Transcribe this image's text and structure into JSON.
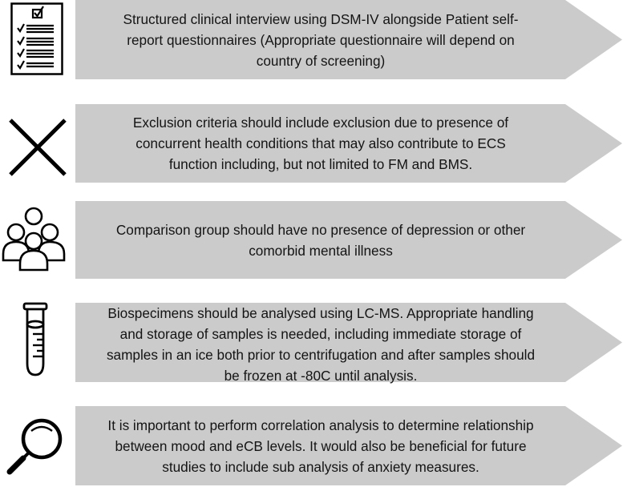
{
  "colors": {
    "arrow_fill": "#cbcbcb",
    "text": "#141414",
    "icon": "#000000",
    "background": "#ffffff"
  },
  "steps": [
    {
      "icon": "checklist-icon",
      "lines": [
        "Structured clinical interview using DSM-IV alongside Patient self-",
        "report questionnaires (Appropriate questionnaire will depend on",
        "country of screening)"
      ]
    },
    {
      "icon": "cross-icon",
      "lines": [
        "Exclusion criteria should include exclusion due to presence of",
        "concurrent health conditions that may also contribute to ECS",
        "function including, but not limited to FM and BMS."
      ]
    },
    {
      "icon": "group-icon",
      "lines": [
        "Comparison group should have no presence of depression or other",
        "comorbid mental illness"
      ]
    },
    {
      "icon": "test-tube-icon",
      "lines": [
        "Biospecimens should be analysed using LC-MS. Appropriate handling",
        "and storage of samples is needed, including immediate storage of",
        "samples in an ice both prior to centrifugation and after samples should",
        "be frozen at -80C until analysis."
      ]
    },
    {
      "icon": "magnifier-icon",
      "lines": [
        "It is important to perform correlation analysis to determine relationship",
        "between mood and eCB levels. It would also be beneficial for future",
        "studies to include sub analysis of anxiety measures."
      ]
    }
  ]
}
